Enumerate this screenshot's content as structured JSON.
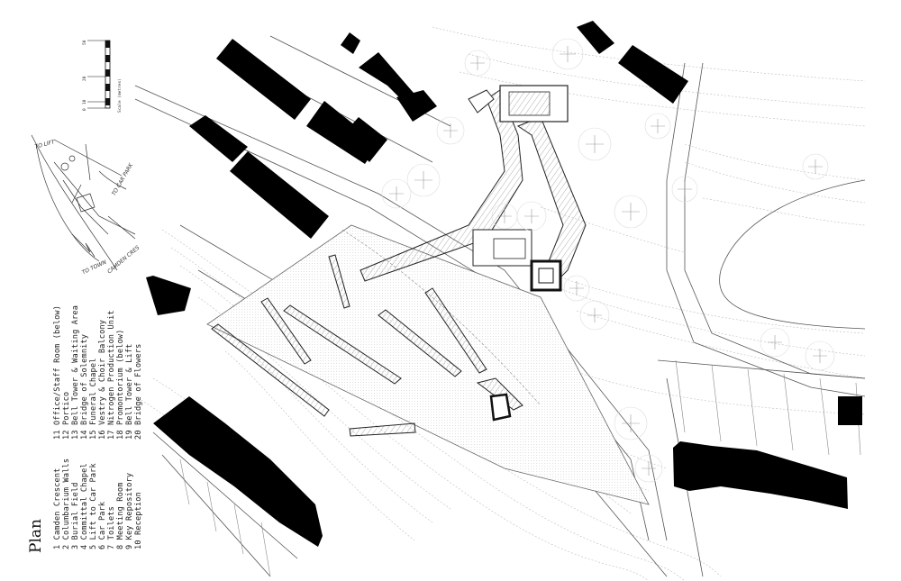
{
  "title": "Plan",
  "legend": [
    "1 Camden Crescent",
    "2 Columbarium Walls",
    "3 Burial Field",
    "4 Committal Chapel",
    "5 Lift to Car Park",
    "6 Car Park",
    "7 Toilets",
    "8 Meeting Room",
    "9 Key Repository",
    "10 Reception",
    "11 Office/Staff Room (below)",
    "12 Portico",
    "13 Bell Tower & Waiting Area",
    "14 Bridge of Solemnity",
    "15 Funeral Chapel",
    "16 Vestry & Choir Balcony",
    "17 Nitrogen Production Unit",
    "18 Promontorium (below)",
    "19 Bell Tower & Lift",
    "20 Bridge of Flowers"
  ],
  "scale_bar": {
    "label": "Scale (metres)",
    "ticks": [
      "0",
      "10",
      "20",
      "50"
    ]
  },
  "sketch_notes": [
    "TO LIFT",
    "TO CAR PARK",
    "TO TOWN",
    "CAMDEN CRES"
  ],
  "colors": {
    "building": "#000000",
    "line": "#444444",
    "background": "#ffffff"
  }
}
